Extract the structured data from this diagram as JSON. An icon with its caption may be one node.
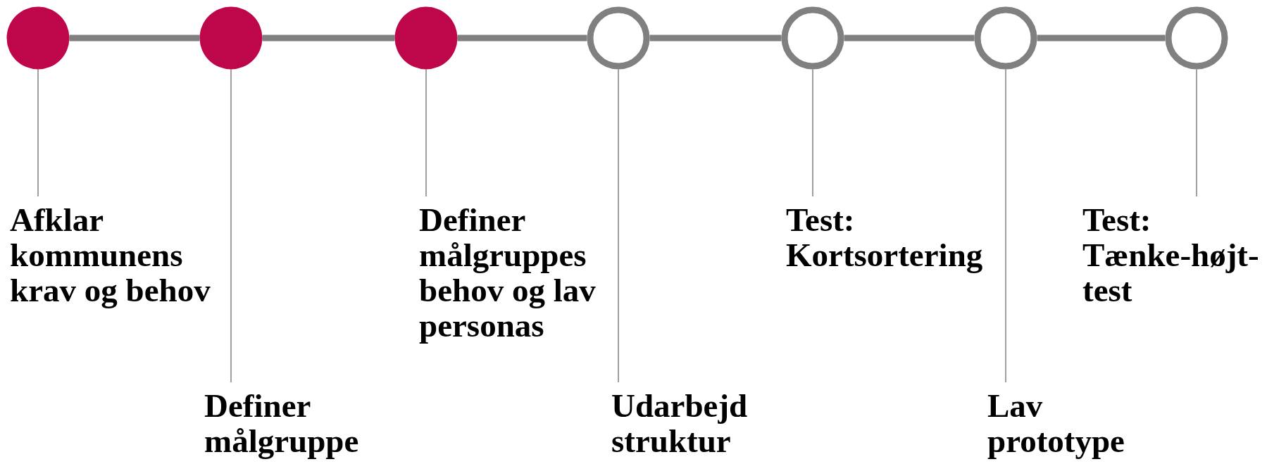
{
  "diagram": {
    "nodes": [
      {
        "text": [],
        "shape": "circle"
      },
      {
        "text": [],
        "shape": "circle"
      },
      {
        "text": [],
        "shape": "circle"
      },
      {
        "text": [],
        "shape": "ring"
      },
      {
        "text": [],
        "shape": "ring"
      },
      {
        "text": [],
        "shape": "ring"
      },
      {
        "text": [],
        "shape": "ring"
      },
      {
        "text": [
          "Afklar kommunens krav og behov"
        ]
      },
      {
        "text": [
          "Definer målgruppe"
        ]
      },
      {
        "text": [
          "Definer målgruppes behov og lav personas"
        ]
      },
      {
        "text": [
          "Udarbejd struktur"
        ]
      },
      {
        "text": [
          "Test: Kortsortering"
        ]
      },
      {
        "text": [
          "Lav prototype"
        ]
      },
      {
        "text": [
          "Test: Tænke-højt-test"
        ]
      }
    ],
    "edges": [
      {
        "from": 0,
        "to": 1,
        "arrow": "none",
        "style": "thick"
      },
      {
        "from": 1,
        "to": 2,
        "arrow": "none",
        "style": "thick"
      },
      {
        "from": 2,
        "to": 3,
        "arrow": "none",
        "style": "thick"
      },
      {
        "from": 3,
        "to": 4,
        "arrow": "none",
        "style": "thick"
      },
      {
        "from": 4,
        "to": 5,
        "arrow": "none",
        "style": "thick"
      },
      {
        "from": 5,
        "to": 6,
        "arrow": "none",
        "style": "thick"
      },
      {
        "from": 0,
        "to": 7,
        "arrow": "none"
      },
      {
        "from": 1,
        "to": 8,
        "arrow": "none"
      },
      {
        "from": 2,
        "to": 9,
        "arrow": "none"
      },
      {
        "from": 3,
        "to": 10,
        "arrow": "none"
      },
      {
        "from": 4,
        "to": 11,
        "arrow": "none"
      },
      {
        "from": 5,
        "to": 12,
        "arrow": "none"
      },
      {
        "from": 6,
        "to": 13,
        "arrow": "none"
      }
    ]
  }
}
